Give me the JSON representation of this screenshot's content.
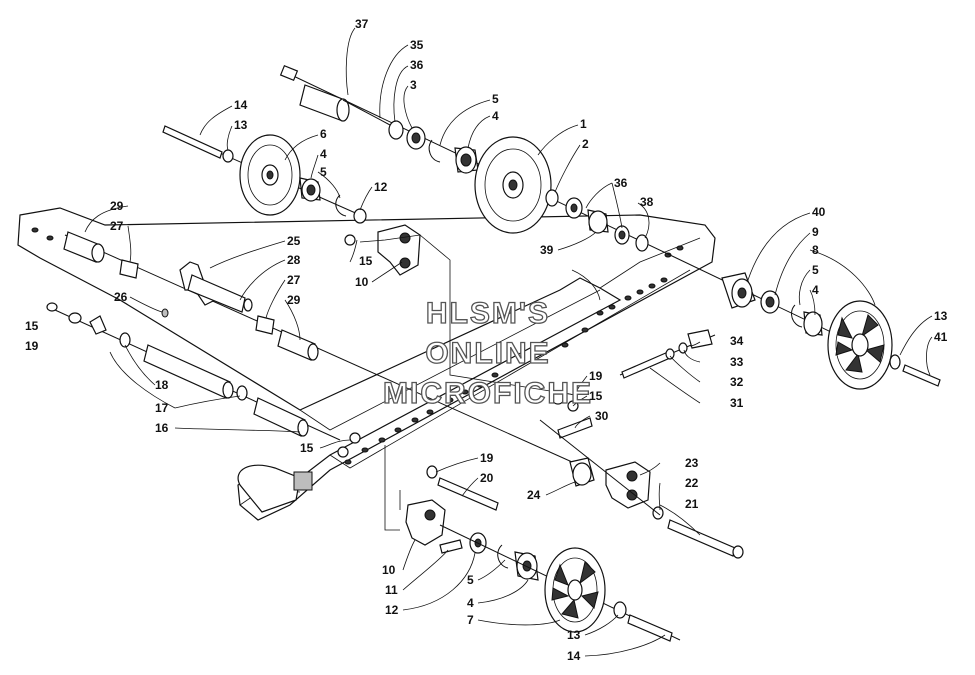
{
  "watermark": {
    "line1": "HLSM'S",
    "line2": "ONLINE",
    "line3": "MICROFICHE"
  },
  "callouts": [
    {
      "id": "c37",
      "text": "37"
    },
    {
      "id": "c35",
      "text": "35"
    },
    {
      "id": "c36a",
      "text": "36"
    },
    {
      "id": "c3",
      "text": "3"
    },
    {
      "id": "c5a",
      "text": "5"
    },
    {
      "id": "c4a",
      "text": "4"
    },
    {
      "id": "c1",
      "text": "1"
    },
    {
      "id": "c2",
      "text": "2"
    },
    {
      "id": "c14a",
      "text": "14"
    },
    {
      "id": "c13a",
      "text": "13"
    },
    {
      "id": "c6",
      "text": "6"
    },
    {
      "id": "c4b",
      "text": "4"
    },
    {
      "id": "c5b",
      "text": "5"
    },
    {
      "id": "c12a",
      "text": "12"
    },
    {
      "id": "c36b",
      "text": "36"
    },
    {
      "id": "c38",
      "text": "38"
    },
    {
      "id": "c39",
      "text": "39"
    },
    {
      "id": "c40",
      "text": "40"
    },
    {
      "id": "c9",
      "text": "9"
    },
    {
      "id": "c8",
      "text": "8"
    },
    {
      "id": "c5c",
      "text": "5"
    },
    {
      "id": "c4c",
      "text": "4"
    },
    {
      "id": "c13b",
      "text": "13"
    },
    {
      "id": "c41",
      "text": "41"
    },
    {
      "id": "c29a",
      "text": "29"
    },
    {
      "id": "c27a",
      "text": "27"
    },
    {
      "id": "c25",
      "text": "25"
    },
    {
      "id": "c28",
      "text": "28"
    },
    {
      "id": "c27b",
      "text": "27"
    },
    {
      "id": "c29b",
      "text": "29"
    },
    {
      "id": "c26",
      "text": "26"
    },
    {
      "id": "c15a",
      "text": "15"
    },
    {
      "id": "c10a",
      "text": "10"
    },
    {
      "id": "c15b",
      "text": "15"
    },
    {
      "id": "c19a",
      "text": "19"
    },
    {
      "id": "c34",
      "text": "34"
    },
    {
      "id": "c33",
      "text": "33"
    },
    {
      "id": "c32",
      "text": "32"
    },
    {
      "id": "c31",
      "text": "31"
    },
    {
      "id": "c19b",
      "text": "19"
    },
    {
      "id": "c15c",
      "text": "15"
    },
    {
      "id": "c30",
      "text": "30"
    },
    {
      "id": "c18",
      "text": "18"
    },
    {
      "id": "c17",
      "text": "17"
    },
    {
      "id": "c16",
      "text": "16"
    },
    {
      "id": "c15d",
      "text": "15"
    },
    {
      "id": "c19c",
      "text": "19"
    },
    {
      "id": "c20",
      "text": "20"
    },
    {
      "id": "c23",
      "text": "23"
    },
    {
      "id": "c22",
      "text": "22"
    },
    {
      "id": "c21",
      "text": "21"
    },
    {
      "id": "c24",
      "text": "24"
    },
    {
      "id": "c10b",
      "text": "10"
    },
    {
      "id": "c11",
      "text": "11"
    },
    {
      "id": "c12b",
      "text": "12"
    },
    {
      "id": "c5d",
      "text": "5"
    },
    {
      "id": "c4d",
      "text": "4"
    },
    {
      "id": "c7",
      "text": "7"
    },
    {
      "id": "c13c",
      "text": "13"
    },
    {
      "id": "c14b",
      "text": "14"
    }
  ]
}
